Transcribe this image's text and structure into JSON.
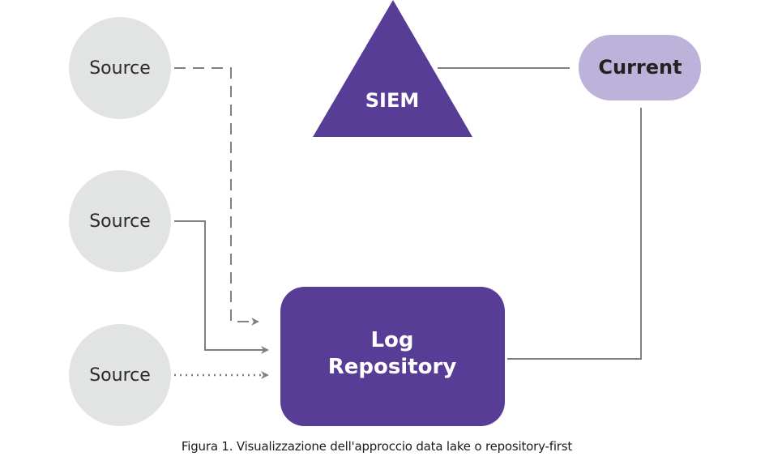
{
  "nodes": {
    "source_1": {
      "label": "Source"
    },
    "source_2": {
      "label": "Source"
    },
    "source_3": {
      "label": "Source"
    },
    "siem": {
      "label": "SIEM"
    },
    "current": {
      "label": "Current"
    },
    "log_repository": {
      "label_line1": "Log",
      "label_line2": "Repository"
    }
  },
  "edges": [
    {
      "from": "source_1",
      "to": "log_repository",
      "style": "dashed",
      "arrow": true
    },
    {
      "from": "source_2",
      "to": "log_repository",
      "style": "solid",
      "arrow": true
    },
    {
      "from": "source_3",
      "to": "log_repository",
      "style": "dotted",
      "arrow": true
    },
    {
      "from": "siem",
      "to": "current",
      "style": "solid",
      "arrow": false
    },
    {
      "from": "current",
      "to": "log_repository",
      "style": "solid",
      "arrow": false
    }
  ],
  "colors": {
    "source_fill": "#e2e3e3",
    "primary_purple": "#573d96",
    "light_purple": "#bdb3da",
    "connector": "#808080",
    "text_dark": "#2a2a2a",
    "text_light": "#ffffff"
  },
  "caption": "Figura 1. Visualizzazione dell'approccio data lake o repository-first"
}
